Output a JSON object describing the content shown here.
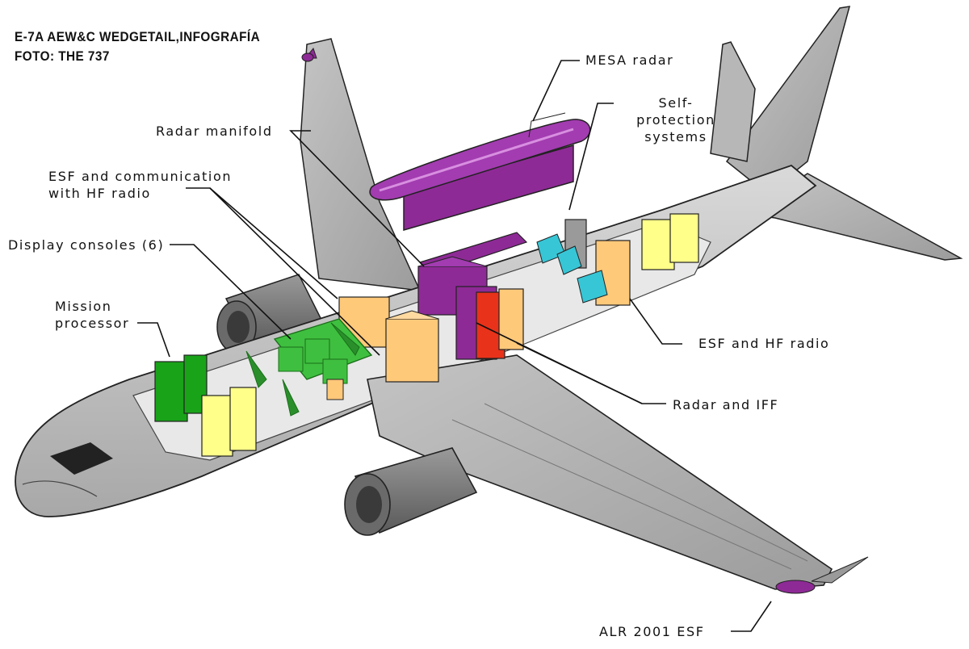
{
  "header": {
    "title": "E-7A AEW&C WEDGETAIL,INFOGRAFÍA",
    "credit": "FOTO: THE 737"
  },
  "labels": {
    "mesa_radar": "MESA radar",
    "self_protection": [
      "Self-",
      "protection",
      "systems"
    ],
    "radar_manifold": "Radar manifold",
    "esf_comm": [
      "ESF and communication",
      "with HF radio"
    ],
    "display_consoles": "Display consoles (6)",
    "mission_processor": [
      "Mission",
      "processor"
    ],
    "esf_hf": "ESF and HF radio",
    "radar_iff": "Radar and IFF",
    "alr_esf": "ALR 2001 ESF"
  },
  "colors": {
    "fuselage": "#c8c8c8",
    "fuselage_dark": "#9a9a9a",
    "floor": "#e6e6e6",
    "radar": "#8e2a96",
    "console": "#3fbf3f",
    "processor": "#19a319",
    "equipment_yellow": "#ffff8a",
    "equipment_orange": "#ffc97a",
    "radar_red": "#e8321a",
    "seat": "#37c6d6",
    "engine": "#777777",
    "outline": "#222222"
  }
}
